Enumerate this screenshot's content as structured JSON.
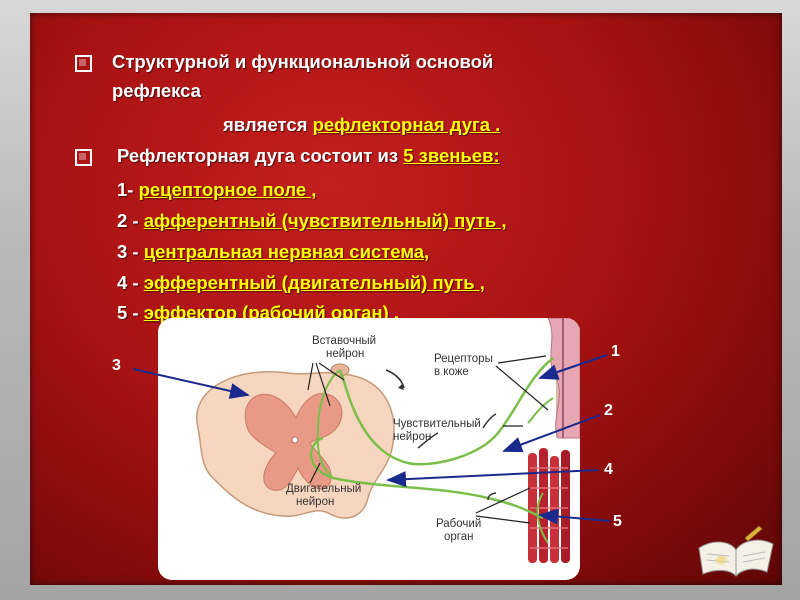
{
  "bullets": [
    {
      "lines": [
        "Структурной и функциональной основой",
        "рефлекса"
      ]
    },
    {
      "lead": "Рефлекторная дуга состоит из "
    }
  ],
  "line3_plain": "является ",
  "line3_hl": "рефлекторная дуга .",
  "five_links": "5 звеньев:",
  "items": [
    {
      "prefix": "1- ",
      "text": "рецепторное поле ,"
    },
    {
      "prefix": "2 - ",
      "text": "афферентный (чувствительный) путь ,"
    },
    {
      "prefix": "3 - ",
      "text": "центральная нервная система,"
    },
    {
      "prefix": "4 - ",
      "text": "эфферентный (двигательный) путь ,"
    },
    {
      "prefix": "5 -  ",
      "text": "эффектор (рабочий орган) ."
    }
  ],
  "diagram": {
    "labels": {
      "interneuron": [
        "Вставочный",
        "нейрон"
      ],
      "receptors": [
        "Рецепторы",
        "в коже"
      ],
      "sensory": [
        "Чувствительный",
        "нейрон"
      ],
      "motor": [
        "Двигательный",
        "нейрон"
      ],
      "organ": [
        "Рабочий",
        "орган"
      ]
    },
    "numbers": [
      "1",
      "2",
      "3",
      "4",
      "5"
    ]
  },
  "colors": {
    "accent": "#ffff00",
    "panel": "#a81212",
    "arrow": "#1a2a8c"
  }
}
